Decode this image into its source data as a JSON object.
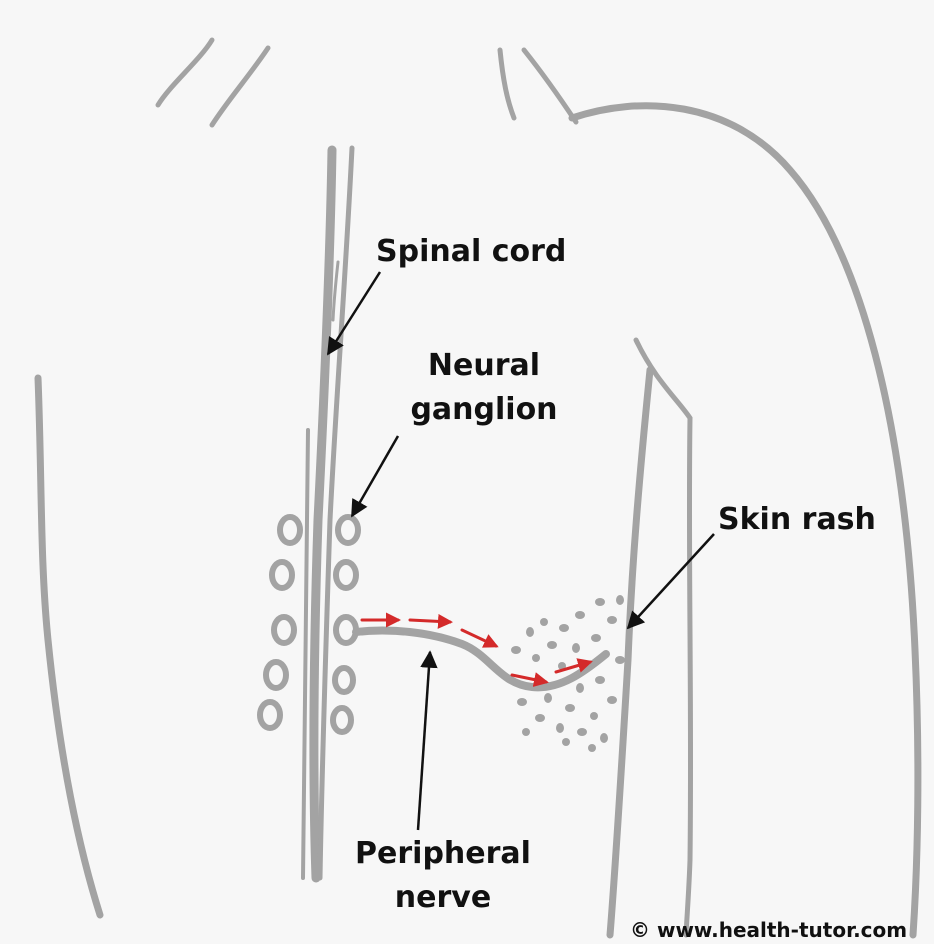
{
  "labels": {
    "spinal_cord": "Spinal cord",
    "neural_ganglion_line1": "Neural",
    "neural_ganglion_line2": "ganglion",
    "skin_rash": "Skin rash",
    "peripheral_nerve_line1": "Peripheral",
    "peripheral_nerve_line2": "nerve"
  },
  "copyright": "© www.health-tutor.com",
  "colors": {
    "background": "#f7f7f7",
    "sketch": "#a3a3a3",
    "pointer": "#111111",
    "signal_arrow": "#d42a2a"
  }
}
